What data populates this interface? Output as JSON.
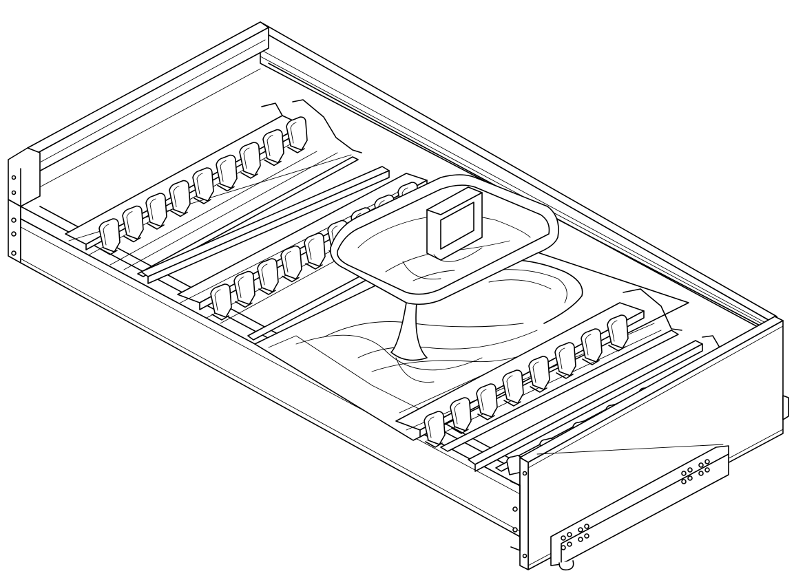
{
  "figure": {
    "kind": "line-art",
    "subject": "drawer-with-insert",
    "colors": {
      "line": "#000000",
      "background": "#ffffff"
    },
    "parts": {
      "left_rack": {
        "tines": 9
      },
      "middle_rack": {
        "tines": 9
      },
      "right_rack": {
        "tines": 8
      },
      "lid_holder": {
        "handle": true
      },
      "runner_plate_holes": 8
    }
  }
}
